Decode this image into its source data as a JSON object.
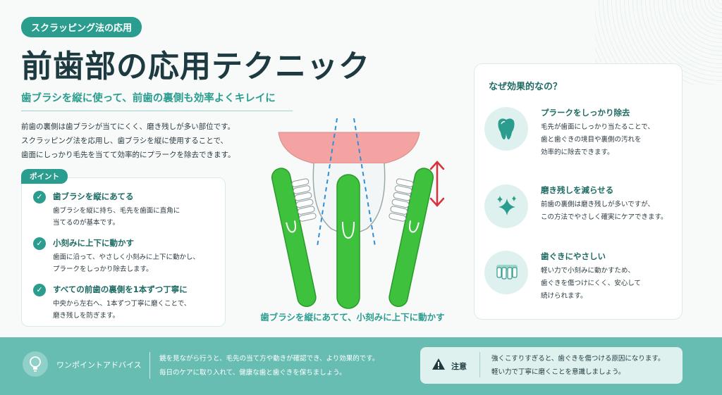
{
  "tag": "スクラッピング法の応用",
  "title": "前歯部の応用テクニック",
  "subtitle": "歯ブラシを縦に使って、前歯の裏側も効率よくキレイに",
  "intro": [
    "前歯の裏側は歯ブラシが当てにくく、磨き残しが多い部位です。",
    "スクラッピング法を応用し、歯ブラシを縦に使用することで、",
    "歯面にしっかり毛先を当てて効率的にプラークを除去できます。"
  ],
  "points": {
    "label": "ポイント",
    "items": [
      {
        "title": "歯ブラシを縦にあてる",
        "lines": [
          "歯ブラシを縦に持ち、毛先を歯面に直角に",
          "当てるのが基本です。"
        ]
      },
      {
        "title": "小刻みに上下に動かす",
        "lines": [
          "歯面に沿って、やさしく小刻みに上下に動かし、",
          "プラークをしっかり除去します。"
        ]
      },
      {
        "title": "すべての前歯の裏側を1本ずつ丁寧に",
        "lines": [
          "中央から左右へ、1本ずつ丁寧に磨くことで、",
          "磨き残しを防ぎます。"
        ]
      }
    ]
  },
  "diagram": {
    "caption": "歯ブラシを縦にあてて、小刻みに上下に動かす",
    "colors": {
      "brush": "#3ec23e",
      "brush_dark": "#2a9a2a",
      "gum": "#f4a3a3",
      "arrow": "#d9303a",
      "guide": "#2f8fd8"
    }
  },
  "why": {
    "title": "なぜ効果的なの？",
    "items": [
      {
        "icon": "tooth-icon",
        "title": "プラークをしっかり除去",
        "lines": [
          "毛先が歯面にしっかり当たることで、",
          "歯と歯ぐきの境目や裏側の汚れを",
          "効率的に除去できます。"
        ]
      },
      {
        "icon": "sparkle-icon",
        "title": "磨き残しを減らせる",
        "lines": [
          "前歯の裏側は磨き残しが多いですが、",
          "この方法でやさしく確実にケアできます。"
        ]
      },
      {
        "icon": "gums-icon",
        "title": "歯ぐきにやさしい",
        "lines": [
          "軽い力で小刻みに動かすため、",
          "歯ぐきを傷つけにくく、安心して",
          "続けられます。"
        ]
      }
    ]
  },
  "footer": {
    "advice_label": "ワンポイントアドバイス",
    "advice_lines": [
      "鏡を見ながら行うと、毛先の当て方や動きが確認でき、より効果的です。",
      "毎日のケアに取り入れて、健康な歯と歯ぐきを保ちましょう。"
    ],
    "note_label": "注意",
    "note_lines": [
      "強くこすりすぎると、歯ぐきを傷つける原因になります。",
      "軽い力で丁寧に磨くことを意識しましょう。"
    ]
  },
  "accent": "#2a9d8f"
}
